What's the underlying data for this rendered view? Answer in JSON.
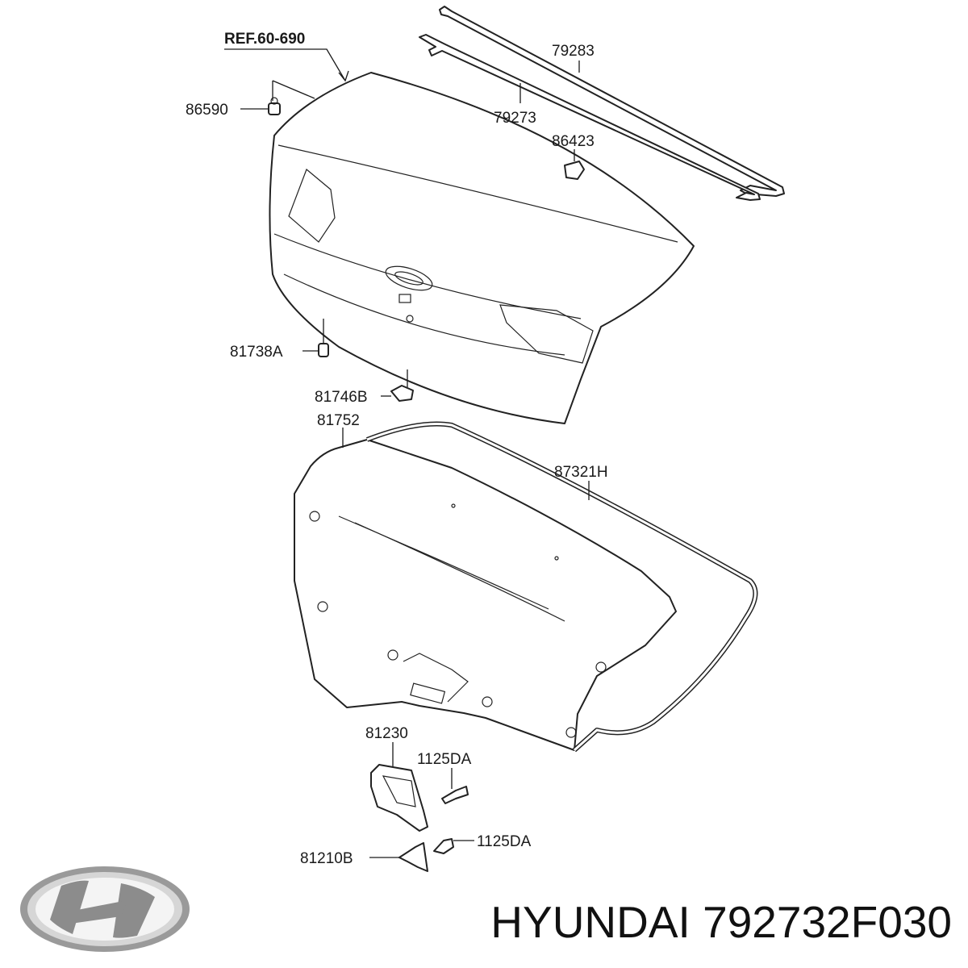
{
  "ref_label": "REF.60-690",
  "labels": {
    "p79283": "79283",
    "p79273": "79273",
    "p86423": "86423",
    "p86590": "86590",
    "p81738A": "81738A",
    "p81746B": "81746B",
    "p81752": "81752",
    "p87321H": "87321H",
    "p81230": "81230",
    "p1125DA_a": "1125DA",
    "p1125DA_b": "1125DA",
    "p81210B": "81210B"
  },
  "caption": "HYUNDAI 792732F030",
  "colors": {
    "line": "#1a1a1a",
    "logo": "#8c8c8c"
  },
  "logo": "hyundai-logo"
}
